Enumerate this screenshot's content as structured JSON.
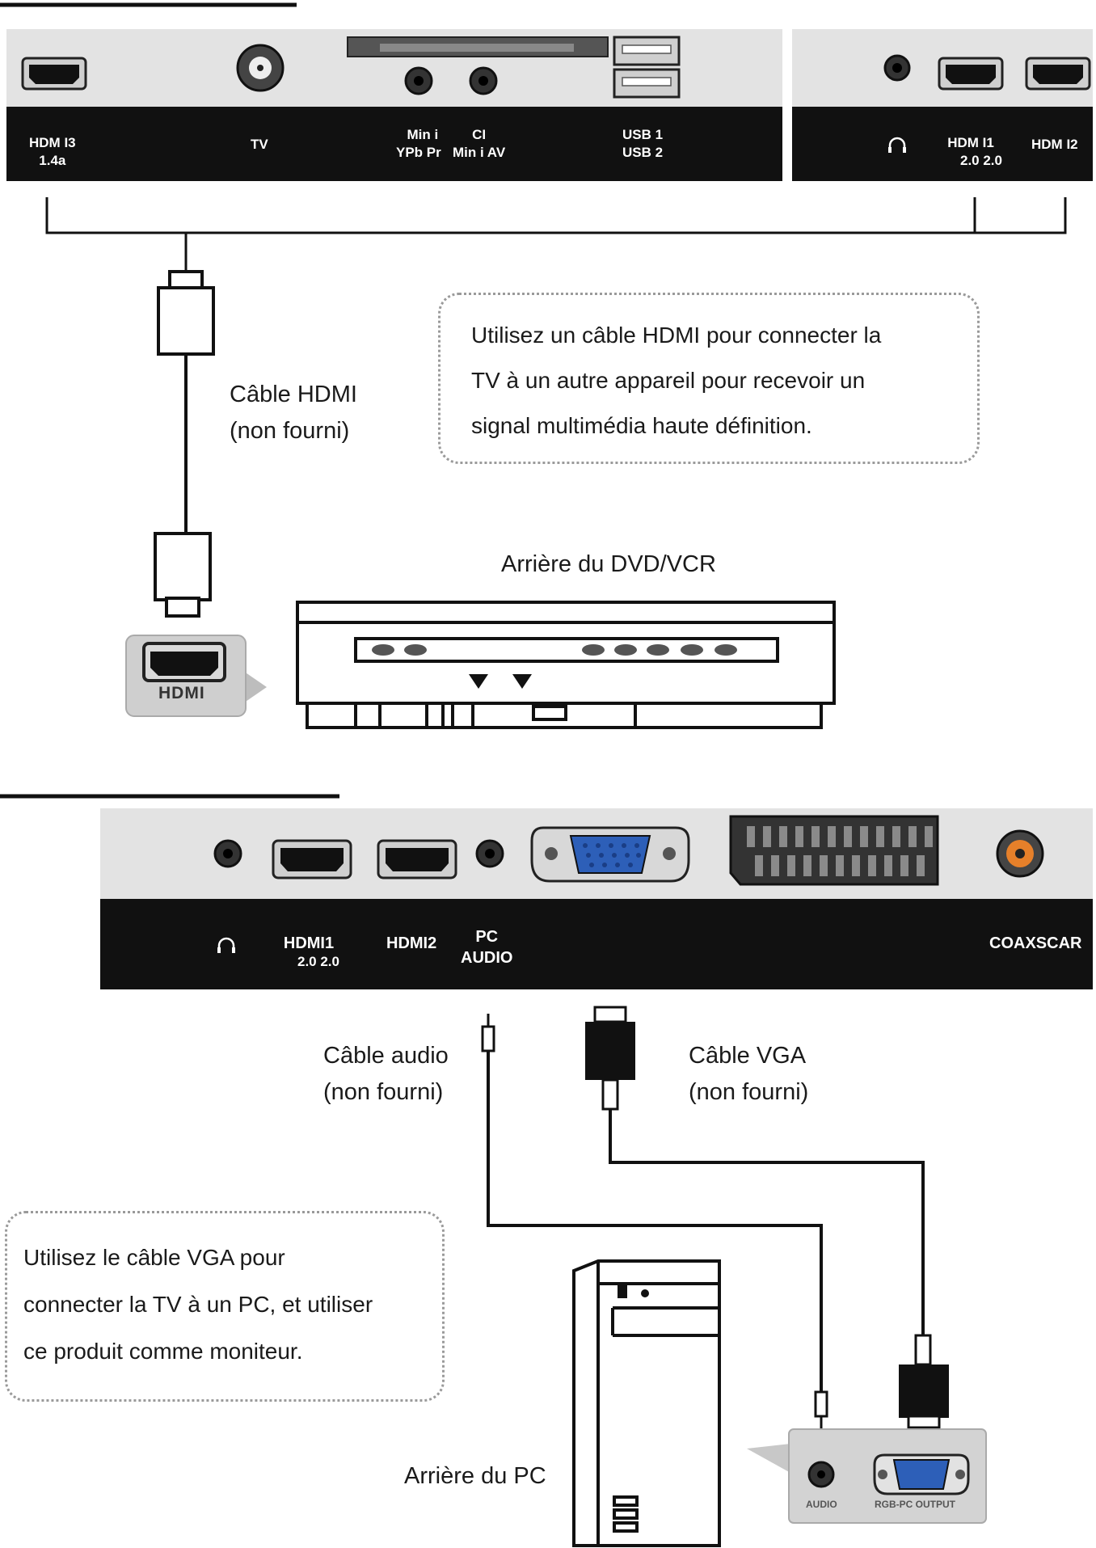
{
  "top_panel": {
    "labels": {
      "hdmi3": {
        "line1": "HDM I3",
        "line2": "1.4a"
      },
      "tv": "TV",
      "mini_ypbpr": {
        "line1": "Min i",
        "line2": "YPb Pr"
      },
      "ci_mini_av": {
        "line1": "CI",
        "line2": "Min i AV"
      },
      "usb": {
        "line1": "USB 1",
        "line2": "USB 2"
      },
      "hdmi1": {
        "line1": "HDM I1",
        "line2": "2.0 2.0"
      },
      "hdmi2": "HDM I2"
    }
  },
  "hdmi_section": {
    "cable_label": {
      "line1": "Câble HDMI",
      "line2": "(non fourni)"
    },
    "note": [
      "Utilisez un câble HDMI pour connecter la",
      "TV à un autre appareil pour recevoir un",
      "signal multimédia haute définition."
    ],
    "device_label": "Arrière du DVD/VCR",
    "port_label": "HDMI"
  },
  "bottom_panel": {
    "labels": {
      "hdmi1": {
        "line1": "HDMI1",
        "line2": "2.0 2.0"
      },
      "hdmi2": "HDMI2",
      "pc_audio": {
        "line1": "PC",
        "line2": "AUDIO"
      },
      "coax_scart": "COAXSCAR"
    }
  },
  "vga_section": {
    "audio_cable_label": {
      "line1": "Câble audio",
      "line2": "(non fourni)"
    },
    "vga_cable_label": {
      "line1": "Câble VGA",
      "line2": "(non fourni)"
    },
    "note": [
      "Utilisez le câble VGA pour",
      "connecter la TV à un PC, et utiliser",
      "ce produit comme moniteur."
    ],
    "device_label": "Arrière du PC",
    "pc_ports": {
      "audio": "AUDIO",
      "rgb": "RGB-PC OUTPUT"
    }
  },
  "colors": {
    "panel_dark": "#111111",
    "panel_light": "#e3e3e3",
    "vga_blue": "#2d5fb8",
    "coax_orange": "#e6802a"
  }
}
